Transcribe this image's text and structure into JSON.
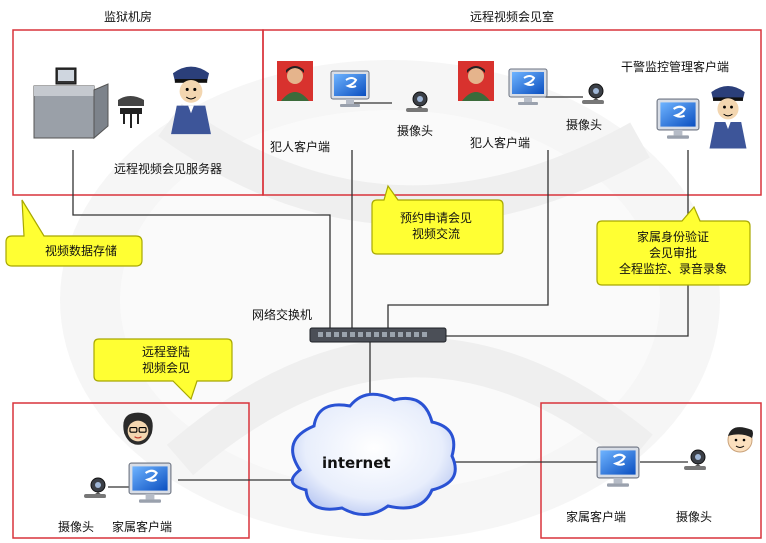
{
  "regions": {
    "prison_room": "监狱机房",
    "remote_room": "远程视频会见室"
  },
  "labels": {
    "server": "远程视频会见服务器",
    "inmate_client_1": "犯人客户端",
    "camera_1": "摄像头",
    "inmate_client_2": "犯人客户端",
    "camera_2": "摄像头",
    "guard_client": "干警监控管理客户端",
    "switch": "网络交换机",
    "internet": "internet",
    "family_camera_left": "摄像头",
    "family_client_left": "家属客户端",
    "family_client_right": "家属客户端",
    "family_camera_right": "摄像头"
  },
  "callouts": {
    "storage": [
      "视频数据存储"
    ],
    "booking": [
      "预约申请会见",
      "视频交流"
    ],
    "verify": [
      "家属身份验证",
      "会见审批",
      "全程监控、录音录象"
    ],
    "remote_login": [
      "远程登陆",
      "视频会见"
    ]
  },
  "colors": {
    "region_border": "#d9333b",
    "callout_fill": "#ffff33",
    "callout_border": "#a8a800",
    "line": "#333333",
    "cloud_stroke": "#2a52d4",
    "monitor_blue": "#1e6fd9"
  }
}
